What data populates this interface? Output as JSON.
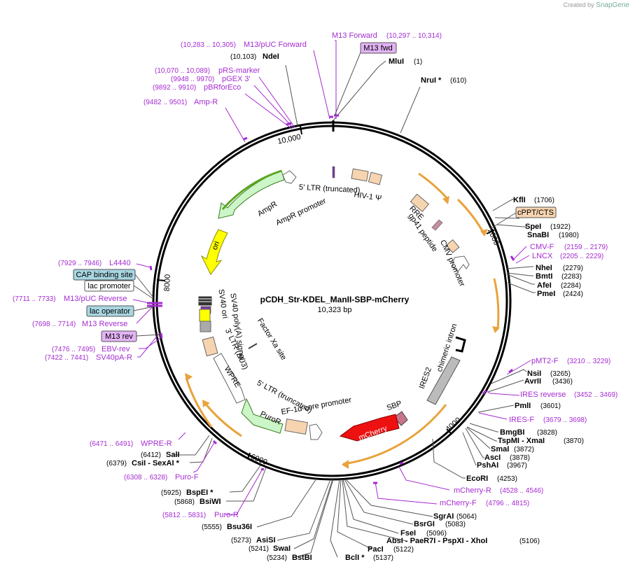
{
  "credit": {
    "prefix": "Created by",
    "brand": "SnapGene"
  },
  "plasmid": {
    "name": "pCDH_Str-KDEL_ManII-SBP-mCherry",
    "size": "10,323 bp"
  },
  "ticks": [
    "2000",
    "4000",
    "6000",
    "8000",
    "10,000"
  ],
  "enzymes": [
    {
      "name": "MluI",
      "pos": "(1)"
    },
    {
      "name": "NruI *",
      "pos": "(610)"
    },
    {
      "name": "KflI",
      "pos": "(1706)"
    },
    {
      "name": "SpeI",
      "pos": "(1922)"
    },
    {
      "name": "SnaBI",
      "pos": "(1980)"
    },
    {
      "name": "NheI",
      "pos": "(2279)"
    },
    {
      "name": "BmtI",
      "pos": "(2283)"
    },
    {
      "name": "AfeI",
      "pos": "(2284)"
    },
    {
      "name": "PmeI",
      "pos": "(2424)"
    },
    {
      "name": "NsiI",
      "pos": "(3265)"
    },
    {
      "name": "AvrII",
      "pos": "(3436)"
    },
    {
      "name": "PmlI",
      "pos": "(3601)"
    },
    {
      "name": "BmgBI",
      "pos": "(3828)"
    },
    {
      "name": "TspMI - XmaI",
      "pos": "(3870)"
    },
    {
      "name": "SmaI",
      "pos": "(3872)"
    },
    {
      "name": "AscI",
      "pos": "(3878)"
    },
    {
      "name": "PshAI",
      "pos": "(3967)"
    },
    {
      "name": "EcoRI",
      "pos": "(4253)"
    },
    {
      "name": "SgrAI",
      "pos": "(5064)"
    },
    {
      "name": "BsrGI",
      "pos": "(5083)"
    },
    {
      "name": "FseI",
      "pos": "(5096)"
    },
    {
      "name": "AbsI - PaeR7I - PspXI - XhoI",
      "pos": "(5106)"
    },
    {
      "name": "PacI",
      "pos": "(5122)"
    },
    {
      "name": "BclI *",
      "pos": "(5137)"
    },
    {
      "name": "BstBI",
      "pos": "(5234)"
    },
    {
      "name": "SwaI",
      "pos": "(5241)"
    },
    {
      "name": "AsiSI",
      "pos": "(5273)"
    },
    {
      "name": "Bsu36I",
      "pos": "(5555)"
    },
    {
      "name": "BsiWI",
      "pos": "(5868)"
    },
    {
      "name": "BspEI *",
      "pos": "(5925)"
    },
    {
      "name": "CsiI - SexAI *",
      "pos": "(6379)"
    },
    {
      "name": "SalI",
      "pos": "(6412)"
    },
    {
      "name": "NdeI",
      "pos": "(10,103)"
    }
  ],
  "primers": [
    {
      "name": "M13 Forward",
      "pos": "(10,297 .. 10,314)"
    },
    {
      "name": "M13/pUC Forward",
      "pos": "(10,283 .. 10,305)"
    },
    {
      "name": "pRS-marker",
      "pos": "(10,070 .. 10,089)"
    },
    {
      "name": "pGEX 3'",
      "pos": "(9948 .. 9970)"
    },
    {
      "name": "pBRforEco",
      "pos": "(9892 .. 9910)"
    },
    {
      "name": "Amp-R",
      "pos": "(9482 .. 9501)"
    },
    {
      "name": "CMV-F",
      "pos": "(2159 .. 2179)"
    },
    {
      "name": "LNCX",
      "pos": "(2205 .. 2229)"
    },
    {
      "name": "pMT2-F",
      "pos": "(3210 .. 3229)"
    },
    {
      "name": "IRES reverse",
      "pos": "(3452 .. 3469)"
    },
    {
      "name": "IRES-F",
      "pos": "(3679 .. 3698)"
    },
    {
      "name": "mCherry-R",
      "pos": "(4528 .. 4546)"
    },
    {
      "name": "mCherry-F",
      "pos": "(4796 .. 4815)"
    },
    {
      "name": "Puro-R",
      "pos": "(5812 .. 5831)"
    },
    {
      "name": "Puro-F",
      "pos": "(6308 .. 6328)"
    },
    {
      "name": "WPRE-R",
      "pos": "(6471 .. 6491)"
    },
    {
      "name": "SV40pA-R",
      "pos": "(7422 .. 7441)"
    },
    {
      "name": "EBV-rev",
      "pos": "(7476 .. 7495)"
    },
    {
      "name": "M13 Reverse",
      "pos": "(7698 .. 7714)"
    },
    {
      "name": "M13/pUC Reverse",
      "pos": "(7711 .. 7733)"
    },
    {
      "name": "L4440",
      "pos": "(7929 .. 7946)"
    }
  ],
  "boxed": {
    "m13fwd": "M13 fwd",
    "m13rev": "M13 rev",
    "cppt": "cPPT/CTS",
    "cap": "CAP binding site",
    "lacprom": "lac promoter",
    "lacop": "lac operator"
  },
  "features": {
    "ltr5trunc": "5' LTR (truncated)",
    "hiv": "HIV-1 Ψ",
    "rre": "RRE",
    "gp41": "gp41 peptide",
    "cmv": "CMV promoter",
    "ires2": "IRES2",
    "chimeric": "chimeric intron",
    "sbp": "SBP",
    "mcherry": "mCherry",
    "ef1a": "EF-1α core promoter",
    "puror": "PuroR",
    "ltr5b": "5' LTR (truncated)",
    "wpre": "WPRE",
    "ltr3": "3' LTR (ΔU3)",
    "factorxa": "Factor Xa site",
    "sv40pa": "SV40 poly(A) signal",
    "sv40ori": "SV40 ori",
    "ori": "ori",
    "ampr": "AmpR",
    "amprprom": "AmpR promoter"
  },
  "colors": {
    "enzyme_line": "#555555",
    "primer": "#a52bd1",
    "backbone": "#000000",
    "orange_arrow": "#e8a33c",
    "ampr": "#ccf5c8",
    "ori": "#ffff00",
    "mcherry": "#ee1111",
    "misc_feature": "#f7d4b0"
  }
}
